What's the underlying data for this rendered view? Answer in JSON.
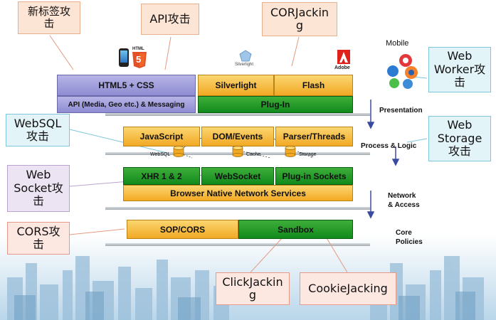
{
  "callouts": {
    "new_tab": "新标签攻\n击",
    "api": "API攻击",
    "corjacking": "CORJackin\ng",
    "web_worker": "Web\nWorker攻\n击",
    "websql": "WebSQL\n攻击",
    "web_storage": "Web\nStorage\n攻击",
    "websocket": "Web\nSocket攻\n击",
    "cors": "CORS攻\n击",
    "clickjacking": "ClickJackin\ng",
    "cookiejacking": "CookieJacking"
  },
  "layers": {
    "html5_css": "HTML5 + CSS",
    "silverlight": "Silverlight",
    "flash": "Flash",
    "api_messaging": "API (Media, Geo etc.) & Messaging",
    "plugin": "Plug-In",
    "javascript": "JavaScript",
    "dom_events": "DOM/Events",
    "parser_threads": "Parser/Threads",
    "xhr": "XHR 1 & 2",
    "websocket": "WebSocket",
    "plugin_sockets": "Plug-in Sockets",
    "native_network": "Browser Native  Network Services",
    "sop_cors": "SOP/CORS",
    "sandbox": "Sandbox"
  },
  "storage": {
    "websql": "WebSQL",
    "cache": "Cache",
    "storage": "Storage"
  },
  "side_labels": {
    "presentation": "Presentation",
    "process_logic": "Process & Logic",
    "network_access": "Network\n& Access",
    "core_policies": "Core\nPolicies"
  },
  "logos": {
    "mobile": "Mobile",
    "html5_badge": "HTML",
    "html5_number": "5",
    "silverlight": "Silverlight",
    "adobe": "Adobe"
  },
  "colors": {
    "yellow": "#f6b93b",
    "green": "#1a9a27",
    "lavender": "#a4a2dd",
    "arrow": "#3a4aa0"
  }
}
